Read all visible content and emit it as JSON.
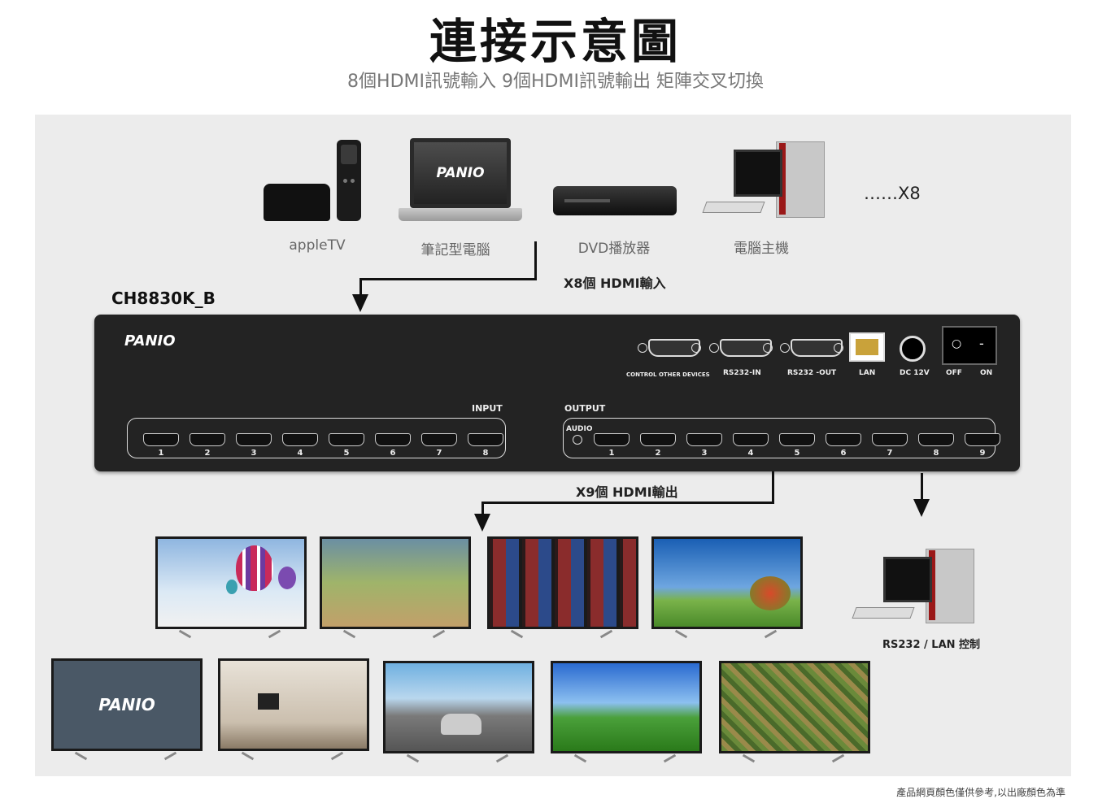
{
  "header": {
    "title": "連接示意圖",
    "subtitle": "8個HDMI訊號輸入 9個HDMI訊號輸出 矩陣交叉切換"
  },
  "sources": {
    "items": [
      {
        "label": "appleTV",
        "icon": "apple-tv-icon"
      },
      {
        "label": "筆記型電腦",
        "icon": "laptop-icon"
      },
      {
        "label": "DVD播放器",
        "icon": "dvd-player-icon"
      },
      {
        "label": "電腦主機",
        "icon": "desktop-computer-icon"
      }
    ],
    "more": "……X8",
    "input_caption": "X8個 HDMI輸入",
    "laptop_logo": "PANIO"
  },
  "device": {
    "model": "CH8830K_B",
    "brand": "PANIO",
    "input_label": "INPUT",
    "output_label": "OUTPUT",
    "audio_label": "AUDIO",
    "inputs": [
      "1",
      "2",
      "3",
      "4",
      "5",
      "6",
      "7",
      "8"
    ],
    "outputs": [
      "1",
      "2",
      "3",
      "4",
      "5",
      "6",
      "7",
      "8",
      "9"
    ],
    "ports": {
      "control_other": "CONTROL OTHER DEVICES",
      "rs232_in": "RS232-IN",
      "rs232_out": "RS232 -OUT",
      "lan": "LAN",
      "dc": "DC 12V",
      "off": "OFF",
      "on": "ON"
    },
    "switch_symbols": [
      "○",
      "-"
    ]
  },
  "outputs_section": {
    "caption": "X9個 HDMI輸出",
    "control_caption": "RS232 / LAN 控制",
    "tv_logo": "PANIO"
  },
  "footer": {
    "note": "產品網頁顏色僅供參考,以出廠顏色為準"
  },
  "colors": {
    "panel_bg": "#ececec",
    "device_bg": "#232323"
  }
}
